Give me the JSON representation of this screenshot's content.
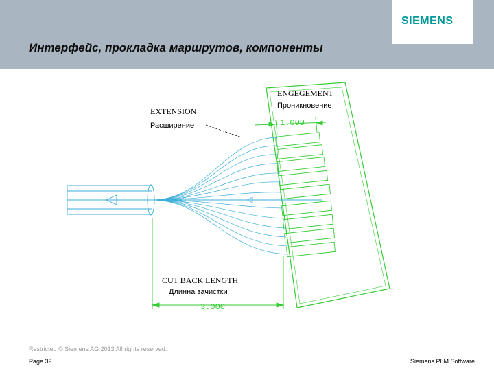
{
  "header": {
    "title": "Интерфейс, прокладка маршрутов, компоненты",
    "logo": "SIEMENS"
  },
  "drawing": {
    "engagement_label": "ENGEGEMENT",
    "engagement_label_ru": "Проникновение",
    "engagement_value": "1.000",
    "extension_label": "EXTENSION",
    "extension_label_ru": "Расширение",
    "cutback_label": "CUT BACK LENGTH",
    "cutback_label_ru": "Длинна зачистки",
    "cutback_value": "3.000"
  },
  "footer": {
    "restricted": "Restricted © Siemens AG 2013 All rights reserved.",
    "page": "Page 39",
    "company": "Siemens PLM Software"
  },
  "colors": {
    "header_bg": "#aab5c2",
    "logo": "#009999",
    "wire": "#3aaed8",
    "connector": "#33cc33"
  }
}
